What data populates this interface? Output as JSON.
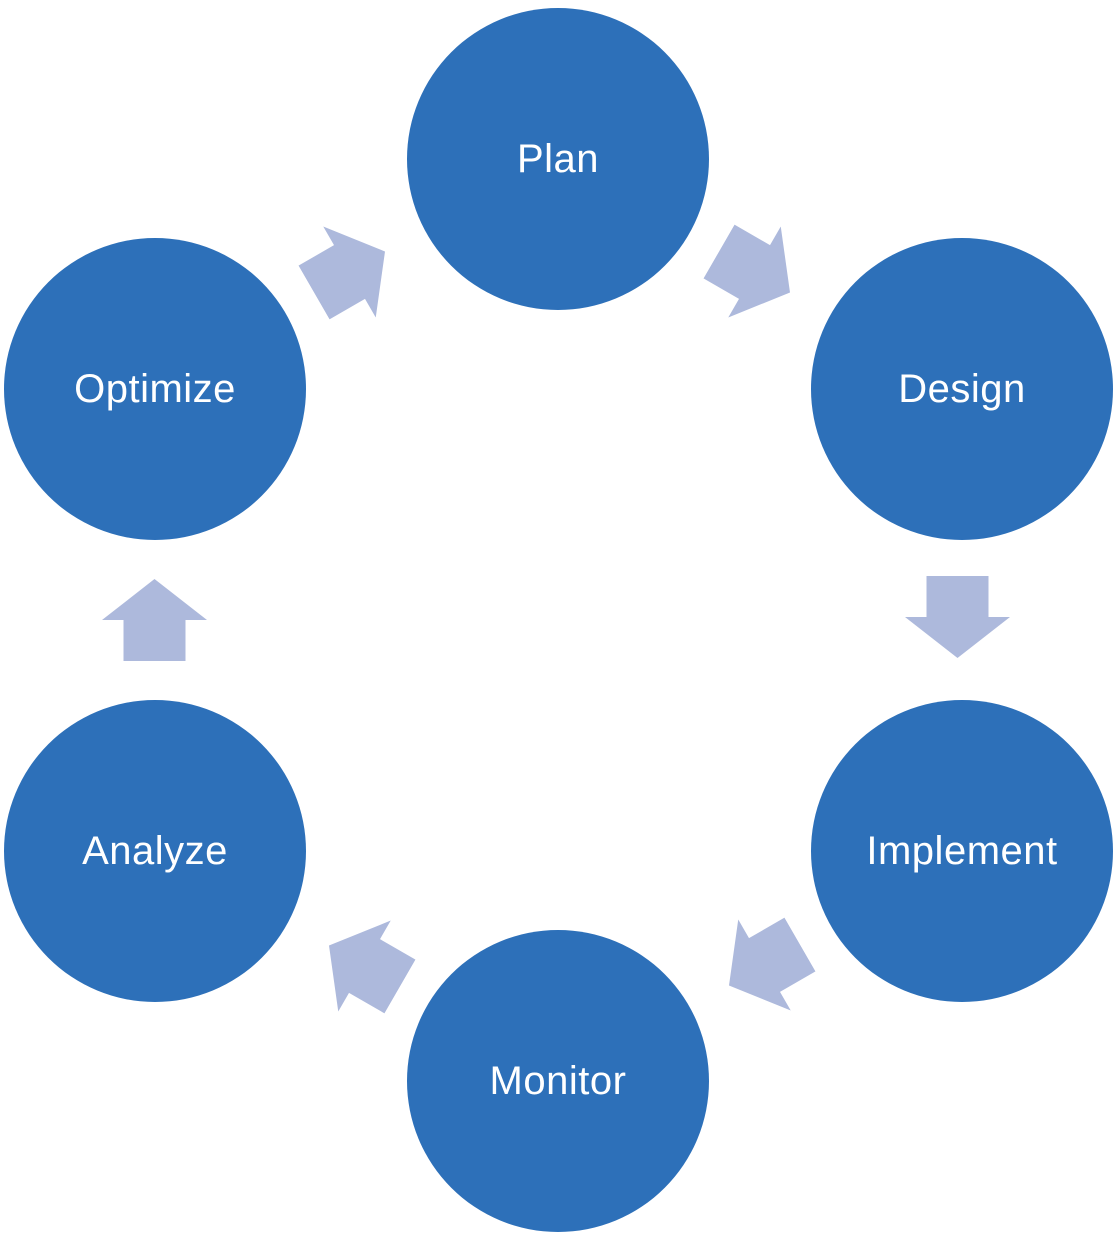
{
  "diagram": {
    "type": "cycle",
    "direction": "clockwise",
    "steps": [
      {
        "label": "Plan"
      },
      {
        "label": "Design"
      },
      {
        "label": "Implement"
      },
      {
        "label": "Monitor"
      },
      {
        "label": "Analyze"
      },
      {
        "label": "Optimize"
      }
    ],
    "connections": [
      {
        "from": "Plan",
        "to": "Design"
      },
      {
        "from": "Design",
        "to": "Implement"
      },
      {
        "from": "Implement",
        "to": "Monitor"
      },
      {
        "from": "Monitor",
        "to": "Analyze"
      },
      {
        "from": "Analyze",
        "to": "Optimize"
      },
      {
        "from": "Optimize",
        "to": "Plan"
      }
    ],
    "colors": {
      "node_fill": "#2d70b9",
      "arrow_fill": "#adb9dc",
      "label_text": "#ffffff",
      "background": "#ffffff"
    }
  }
}
